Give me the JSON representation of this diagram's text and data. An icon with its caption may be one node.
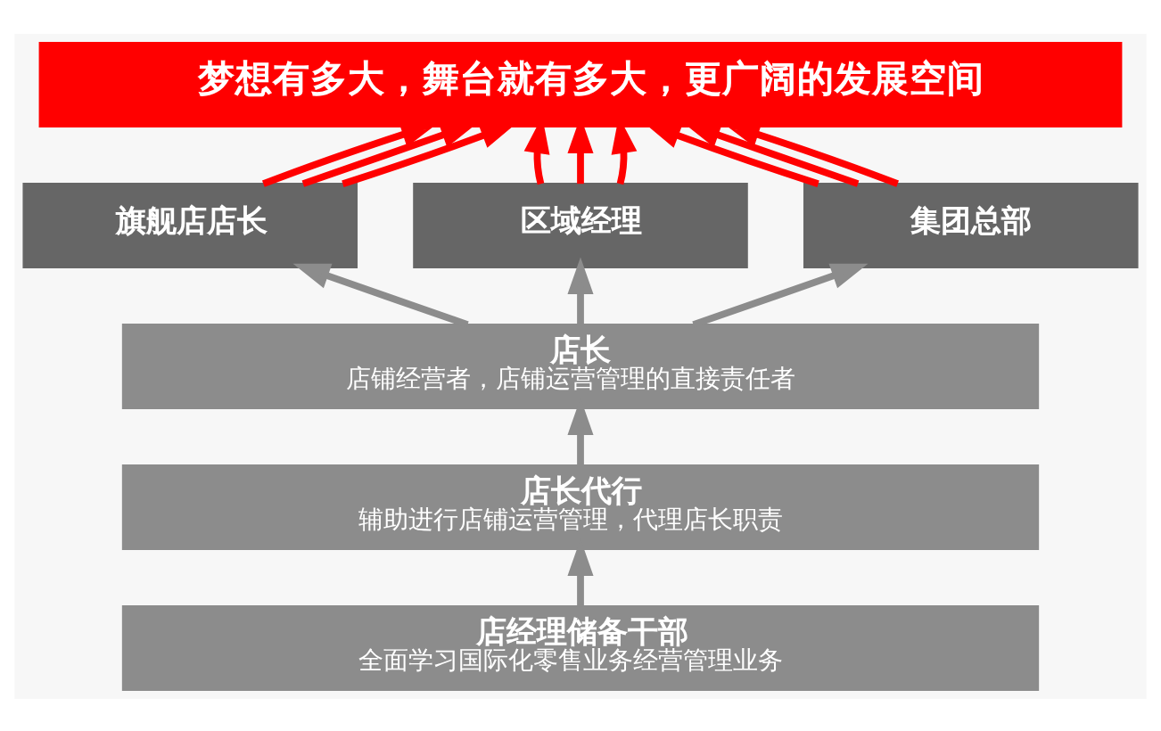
{
  "diagram": {
    "nodes": [
      {
        "text": [
          "梦想有多大，舞台就有多大，更广阔的发展空间"
        ]
      },
      {
        "text": [
          "旗舰店店长"
        ]
      },
      {
        "text": [
          "区域经理"
        ]
      },
      {
        "text": [
          "集团总部"
        ]
      },
      {
        "text": [
          "店长",
          "店铺经营者，店铺运营管理的直接责任者"
        ]
      },
      {
        "text": [
          "店长代行",
          "辅助进行店铺运营管理，代理店长职责"
        ]
      },
      {
        "text": [
          "店经理储备干部",
          "全面学习国际化零售业务经营管理业务"
        ]
      }
    ],
    "edges": [
      {
        "from": 1,
        "to": 0,
        "arrow": "to",
        "color": "#ff0000"
      },
      {
        "from": 1,
        "to": 0,
        "arrow": "to",
        "color": "#ff0000"
      },
      {
        "from": 1,
        "to": 0,
        "arrow": "to",
        "color": "#ff0000"
      },
      {
        "from": 2,
        "to": 0,
        "arrow": "to",
        "color": "#ff0000"
      },
      {
        "from": 2,
        "to": 0,
        "arrow": "to",
        "color": "#ff0000"
      },
      {
        "from": 2,
        "to": 0,
        "arrow": "to",
        "color": "#ff0000"
      },
      {
        "from": 3,
        "to": 0,
        "arrow": "to",
        "color": "#ff0000"
      },
      {
        "from": 3,
        "to": 0,
        "arrow": "to",
        "color": "#ff0000"
      },
      {
        "from": 3,
        "to": 0,
        "arrow": "to",
        "color": "#ff0000"
      },
      {
        "from": 4,
        "to": 1,
        "arrow": "to",
        "color": "#8c8c8c"
      },
      {
        "from": 4,
        "to": 2,
        "arrow": "to",
        "color": "#8c8c8c"
      },
      {
        "from": 4,
        "to": 3,
        "arrow": "to",
        "color": "#8c8c8c"
      },
      {
        "from": 5,
        "to": 4,
        "arrow": "to",
        "color": "#8c8c8c"
      },
      {
        "from": 6,
        "to": 5,
        "arrow": "to",
        "color": "#8c8c8c"
      }
    ]
  }
}
